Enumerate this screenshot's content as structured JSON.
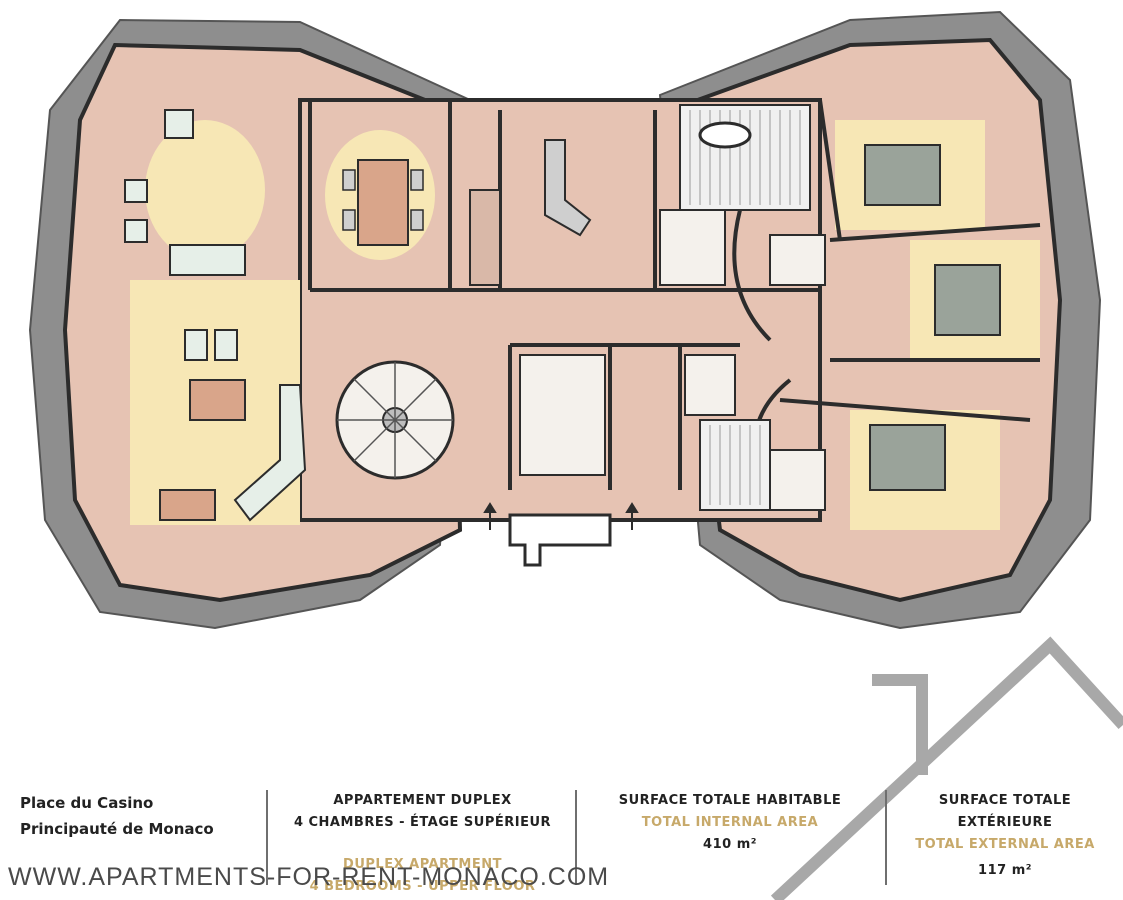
{
  "address": {
    "line1": "Place du Casino",
    "line2": "Principauté de Monaco"
  },
  "apartment": {
    "title_fr_1": "APPARTEMENT DUPLEX",
    "title_fr_2": "4 CHAMBRES - ÉTAGE SUPÉRIEUR",
    "title_en_1": "DUPLEX APARTMENT",
    "title_en_2": "4 BEDROOMS - UPPER FLOOR"
  },
  "internal_area": {
    "label_fr": "SURFACE TOTALE HABITABLE",
    "label_en": "TOTAL INTERNAL AREA",
    "value": "410 m²"
  },
  "external_area": {
    "label_fr_1": "SURFACE TOTALE",
    "label_fr_2": "EXTÉRIEURE",
    "label_en": "TOTAL EXTERNAL AREA",
    "value": "117 m²"
  },
  "watermark": "WWW.APARTMENTS-FOR-RENT-MONACO.COM",
  "colors": {
    "terrace": "#8c8c8c",
    "floor": "#e6c3b3",
    "rug": "#f7e7b5",
    "wall": "#2c2c2c",
    "bath": "#f4f1ec",
    "accent_gold": "#c7a96a",
    "logo_gray": "#a8a8a8"
  }
}
